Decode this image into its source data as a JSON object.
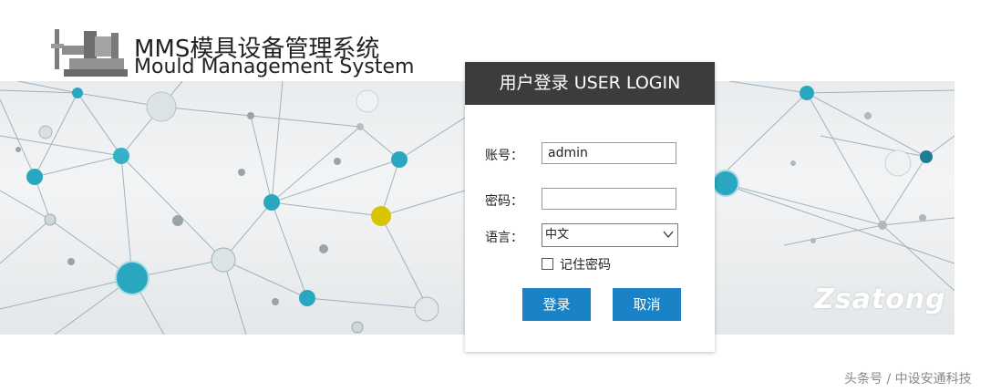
{
  "header": {
    "title_cn": "MMS模具设备管理系统",
    "title_en": "Mould Management System"
  },
  "banner": {
    "brand": "Zsatong"
  },
  "login": {
    "heading": "用户登录  USER LOGIN",
    "account_label": "账号：",
    "account_value": "admin",
    "password_label": "密码：",
    "password_value": "",
    "language_label": "语言：",
    "language_selected": "中文",
    "remember_label": "记住密码",
    "remember_checked": false,
    "login_button": "登录",
    "cancel_button": "取消"
  },
  "footer": {
    "watermark": "头条号 / 中设安通科技"
  },
  "colors": {
    "header_bar": "#3c3c3c",
    "button": "#1a82c6",
    "node_cyan": "#2aa7c0",
    "node_yellow": "#d8c400"
  }
}
